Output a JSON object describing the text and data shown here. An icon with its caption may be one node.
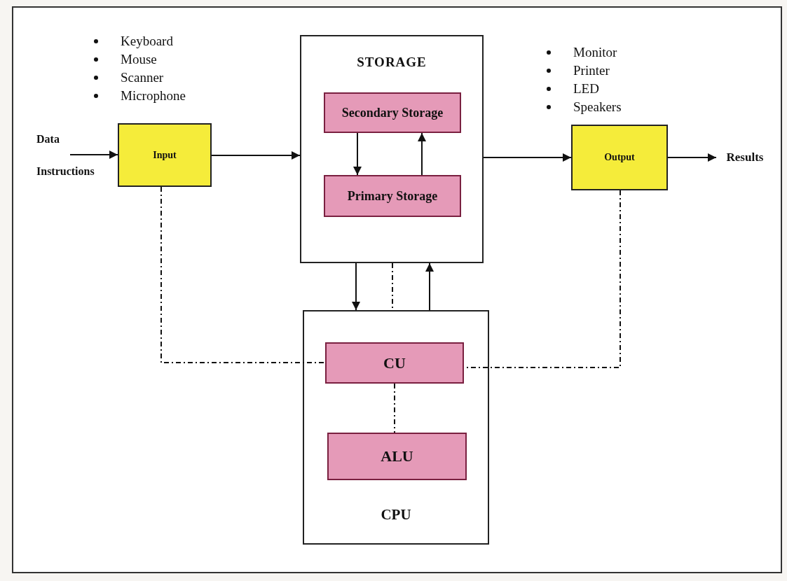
{
  "diagram": {
    "nodes": [
      {
        "text": [
          "Input"
        ],
        "beside": [
          "Keyboard",
          "Mouse",
          "Scanner",
          "Microphone"
        ]
      },
      {
        "text": [
          "STORAGE"
        ]
      },
      {
        "text": [
          "Secondary Storage"
        ],
        "in": 1
      },
      {
        "text": [
          "Primary Storage"
        ],
        "in": 1
      },
      {
        "text": [
          "Output"
        ],
        "beside": [
          "Monitor",
          "Printer",
          "LED",
          "Speakers"
        ]
      },
      {
        "text": [
          "Results"
        ]
      },
      {
        "text": [
          "CPU"
        ]
      },
      {
        "text": [
          "CU"
        ],
        "in": 6
      },
      {
        "text": [
          "ALU"
        ],
        "in": 6
      }
    ],
    "edges": [
      {
        "from": null,
        "to": 0,
        "arrow": "to"
      },
      {
        "from": 0,
        "to": 1,
        "arrow": "to"
      },
      {
        "from": 2,
        "to": 3,
        "arrow": "to"
      },
      {
        "from": 3,
        "to": 2,
        "arrow": "to"
      },
      {
        "from": 1,
        "to": 4,
        "arrow": "to"
      },
      {
        "from": 4,
        "to": 5,
        "arrow": "to"
      },
      {
        "from": 1,
        "to": 6,
        "arrow": "to"
      },
      {
        "from": 6,
        "to": 1,
        "arrow": "to"
      },
      {
        "from": 1,
        "to": 6,
        "arrow": "none",
        "style": "dashed"
      },
      {
        "from": 0,
        "to": 7,
        "arrow": "none",
        "style": "dashed"
      },
      {
        "from": 4,
        "to": 7,
        "arrow": "none",
        "style": "dashed"
      },
      {
        "from": 7,
        "to": 8,
        "arrow": "none",
        "style": "dashed"
      }
    ],
    "labels": [
      "Data",
      "Instructions"
    ]
  }
}
